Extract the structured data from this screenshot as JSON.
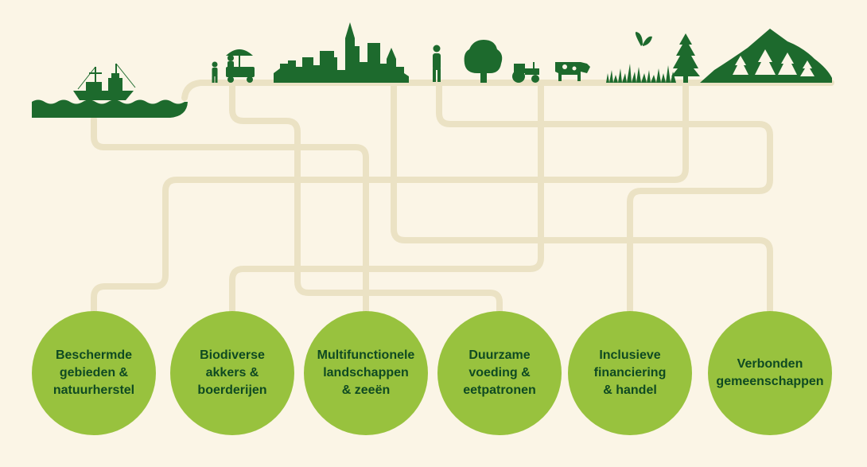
{
  "colors": {
    "background": "#fbf5e6",
    "path": "#ebe2c4",
    "silhouette": "#1d6a2d",
    "circle_fill": "#98c23e",
    "circle_text": "#0f4a22"
  },
  "icons": [
    "fishing-boat-icon",
    "waves-icon",
    "child-icon",
    "food-cart-vendor-icon",
    "city-skyline-icon",
    "person-icon",
    "tree-icon",
    "tractor-icon",
    "cow-icon",
    "butterfly-icon",
    "grass-icon",
    "pine-tree-icon",
    "mountain-forest-icon"
  ],
  "themes": [
    {
      "id": "protected-areas",
      "label": "Beschermde\ngebieden &\nnatuurherstel"
    },
    {
      "id": "farms",
      "label": "Biodiverse\nakkers &\nboerderijen"
    },
    {
      "id": "landscapes",
      "label": "Multifunctionele\nlandschappen\n& zeeën"
    },
    {
      "id": "food",
      "label": "Duurzame\nvoeding &\neetpatronen"
    },
    {
      "id": "finance",
      "label": "Inclusieve\nfinanciering\n& handel"
    },
    {
      "id": "communities",
      "label": "Verbonden\ngemeenschappen"
    }
  ]
}
